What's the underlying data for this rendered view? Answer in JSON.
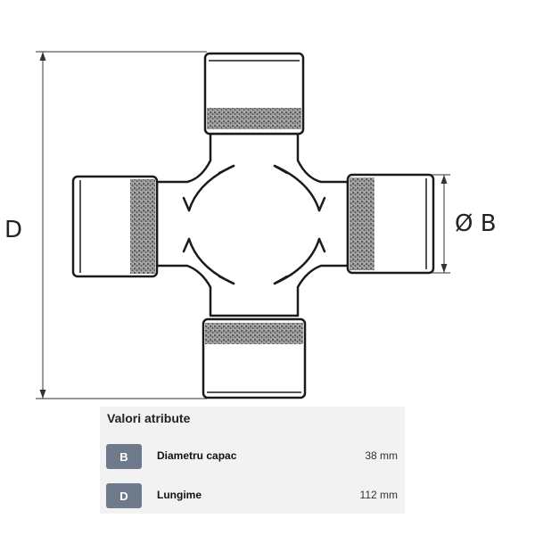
{
  "diagram": {
    "dimension_d_label": "D",
    "dimension_b_label": "Ø B"
  },
  "attributes": {
    "title": "Valori atribute",
    "rows": [
      {
        "code": "B",
        "name": "Diametru capac",
        "value": "38 mm"
      },
      {
        "code": "D",
        "name": "Lungime",
        "value": "112 mm"
      }
    ]
  },
  "colors": {
    "badge": "#6d7a8c",
    "panel": "#f2f2f2",
    "line": "#1a1a1a"
  }
}
